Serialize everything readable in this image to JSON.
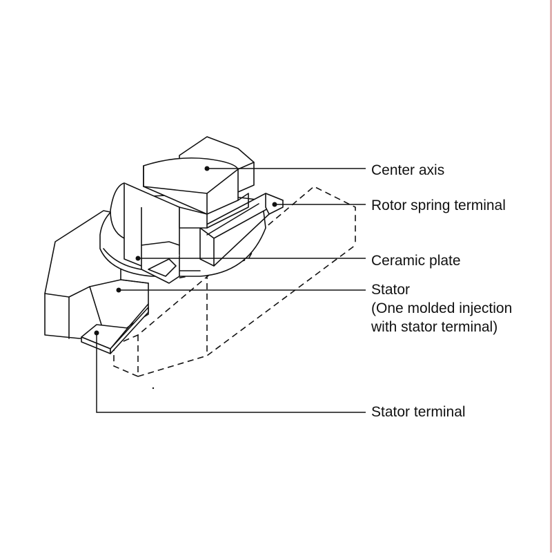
{
  "labels": {
    "center_axis": "Center axis",
    "rotor_spring_terminal": "Rotor spring terminal",
    "ceramic_plate": "Ceramic plate",
    "stator_line1": "Stator",
    "stator_line2": "(One molded injection",
    "stator_line3": "with stator terminal)",
    "stator_terminal": "Stator terminal"
  }
}
